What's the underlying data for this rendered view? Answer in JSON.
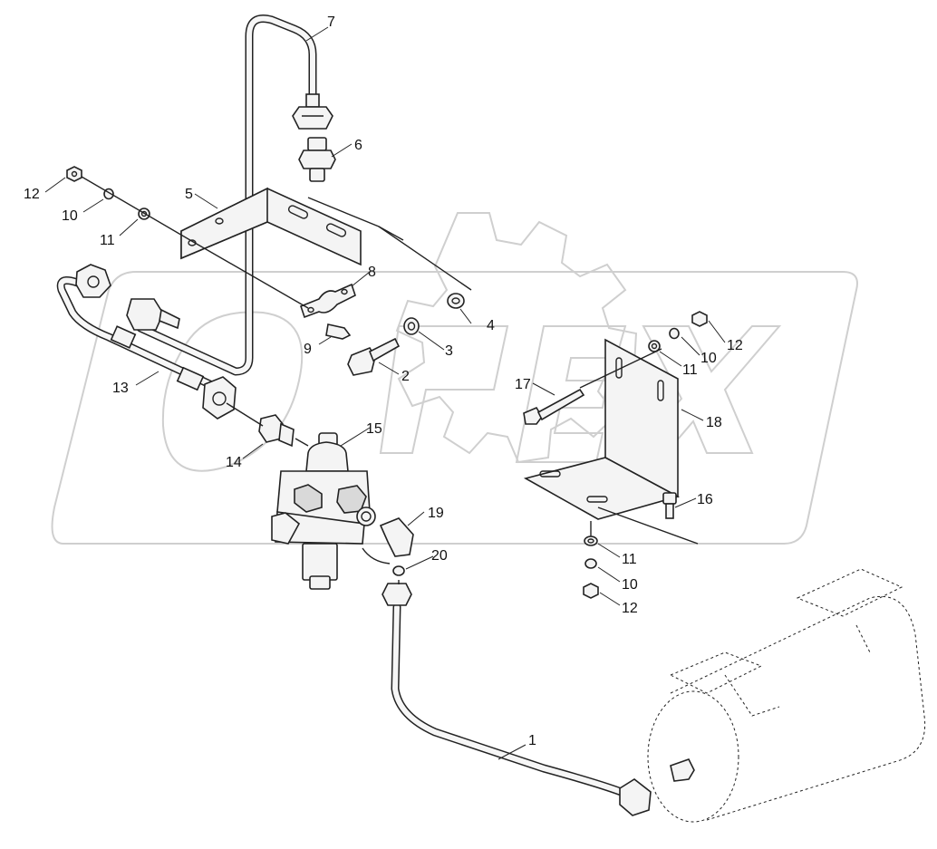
{
  "watermark": {
    "text": "OPEX"
  },
  "callouts": [
    {
      "id": "c1",
      "label": "1"
    },
    {
      "id": "c2",
      "label": "2"
    },
    {
      "id": "c3",
      "label": "3"
    },
    {
      "id": "c4",
      "label": "4"
    },
    {
      "id": "c5",
      "label": "5"
    },
    {
      "id": "c6",
      "label": "6"
    },
    {
      "id": "c7",
      "label": "7"
    },
    {
      "id": "c8",
      "label": "8"
    },
    {
      "id": "c9",
      "label": "9"
    },
    {
      "id": "c10a",
      "label": "10"
    },
    {
      "id": "c10b",
      "label": "10"
    },
    {
      "id": "c10c",
      "label": "10"
    },
    {
      "id": "c11a",
      "label": "11"
    },
    {
      "id": "c11b",
      "label": "11"
    },
    {
      "id": "c11c",
      "label": "11"
    },
    {
      "id": "c12a",
      "label": "12"
    },
    {
      "id": "c12b",
      "label": "12"
    },
    {
      "id": "c12c",
      "label": "12"
    },
    {
      "id": "c13",
      "label": "13"
    },
    {
      "id": "c14",
      "label": "14"
    },
    {
      "id": "c15",
      "label": "15"
    },
    {
      "id": "c16",
      "label": "16"
    },
    {
      "id": "c17",
      "label": "17"
    },
    {
      "id": "c18",
      "label": "18"
    },
    {
      "id": "c19",
      "label": "19"
    },
    {
      "id": "c20",
      "label": "20"
    }
  ]
}
